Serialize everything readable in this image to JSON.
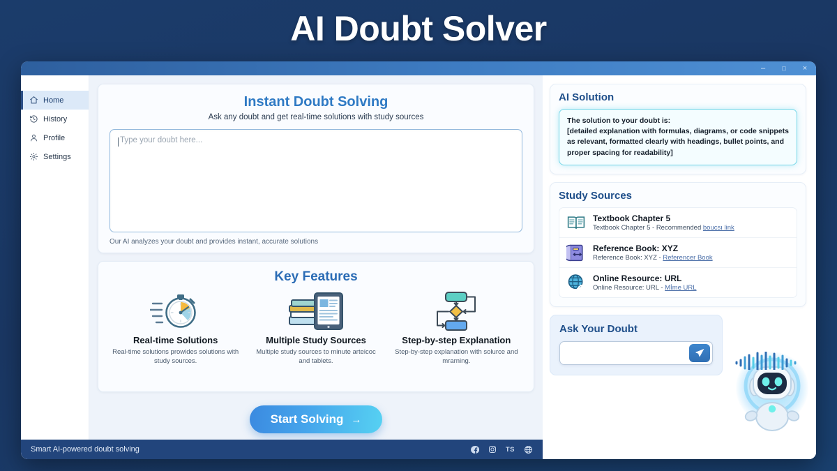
{
  "page": {
    "title": "AI Doubt Solver",
    "background_color": "#1b3c6b"
  },
  "window": {
    "controls": {
      "minimize": "–",
      "maximize": "□",
      "close": "×"
    }
  },
  "sidebar": {
    "items": [
      {
        "label": "Home",
        "icon": "home-icon",
        "active": true
      },
      {
        "label": "History",
        "icon": "history-icon",
        "active": false
      },
      {
        "label": "Profile",
        "icon": "profile-icon",
        "active": false
      },
      {
        "label": "Settings",
        "icon": "gear-icon",
        "active": false
      }
    ]
  },
  "doubt_panel": {
    "title": "Instant Doubt Solving",
    "subtitle": "Ask any doubt and get real-time solutions with study sources",
    "input_placeholder": "Type your doubt here...",
    "note": "Our AI analyzes your doubt and provides instant, accurate solutions"
  },
  "features": {
    "title": "Key Features",
    "items": [
      {
        "icon": "stopwatch-icon",
        "name": "Real-time Solutions",
        "desc": "Real-time solutions prowides solutions with study sources."
      },
      {
        "icon": "books-tablet-icon",
        "name": "Multiple Study Sources",
        "desc": "Multiple study sources to minute arteicoc and tablets."
      },
      {
        "icon": "flowchart-icon",
        "name": "Step-by-step Explanation",
        "desc": "Step-by-step explanation with solurce and mrarning."
      }
    ]
  },
  "cta": {
    "label": "Start Solving",
    "arrow": "→",
    "gradient_from": "#3b8ae0",
    "gradient_to": "#56d1f2"
  },
  "footer": {
    "text": "Smart AI-powered doubt solving",
    "icons": [
      {
        "name": "facebook-icon",
        "label": ""
      },
      {
        "name": "instagram-icon",
        "label": ""
      },
      {
        "name": "ts-icon",
        "label": "TS"
      },
      {
        "name": "globe-icon",
        "label": ""
      }
    ],
    "background_color": "#22457c"
  },
  "ai_solution": {
    "title": "AI Solution",
    "body": "The solution to your doubt is:\n[detailed explanation with formulas, diagrams, or code snippets as relevant, formatted clearly with headings, bullet points, and proper spacing for readability]",
    "accent_color": "#73d6e8"
  },
  "study_sources": {
    "title": "Study Sources",
    "items": [
      {
        "icon": "open-book-icon",
        "name": "Textbook Chapter 5",
        "sub_prefix": "Textbook Chapter 5 - Recommended ",
        "sub_link": "boucsı link"
      },
      {
        "icon": "reference-book-icon",
        "name": "Reference Book: XYZ",
        "sub_prefix": "Reference Book: XYZ - ",
        "sub_link": "Referencer Book"
      },
      {
        "icon": "globe-link-icon",
        "name": "Online Resource: URL",
        "sub_prefix": "Online Resource: URL - ",
        "sub_link": "Mİme URL"
      }
    ]
  },
  "ask_panel": {
    "title": "Ask Your Doubt",
    "input_value": "",
    "input_placeholder": "",
    "send_icon": "send-icon"
  },
  "mascot": {
    "name": "ai-robot-mascot",
    "waveform": "voice-waveform-icon",
    "glow_color": "#78d7fa"
  }
}
